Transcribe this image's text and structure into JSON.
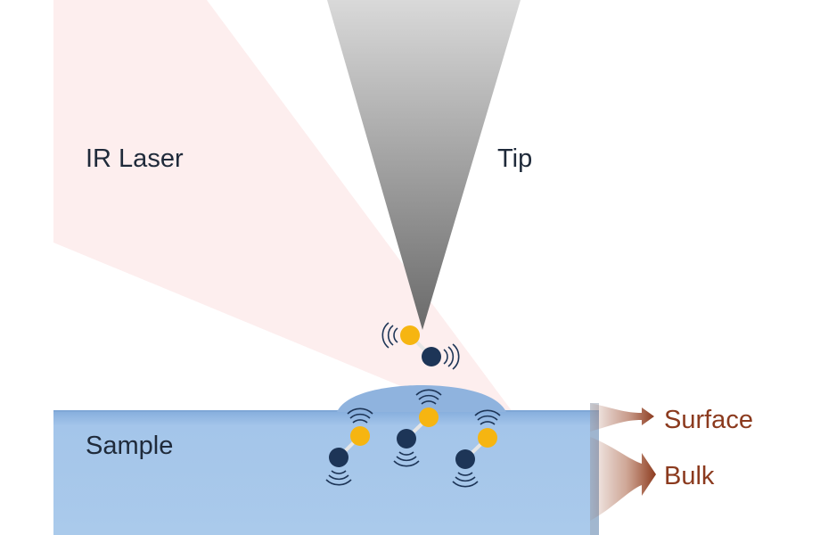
{
  "labels": {
    "laser": "IR Laser",
    "tip": "Tip",
    "sample": "Sample",
    "surface": "Surface",
    "bulk": "Bulk"
  },
  "colors": {
    "laser_beam": "#fdeeee",
    "tip_dark": "#6e6e6e",
    "tip_light": "#d8d8d8",
    "sample": "#a9c8ea",
    "sample_top": "#86aedd",
    "bubble": "#8fb3de",
    "atom_yellow": "#f6b511",
    "atom_navy": "#1d3557",
    "signal": "#8b3a1e",
    "label_text": "#1f2a3a"
  }
}
